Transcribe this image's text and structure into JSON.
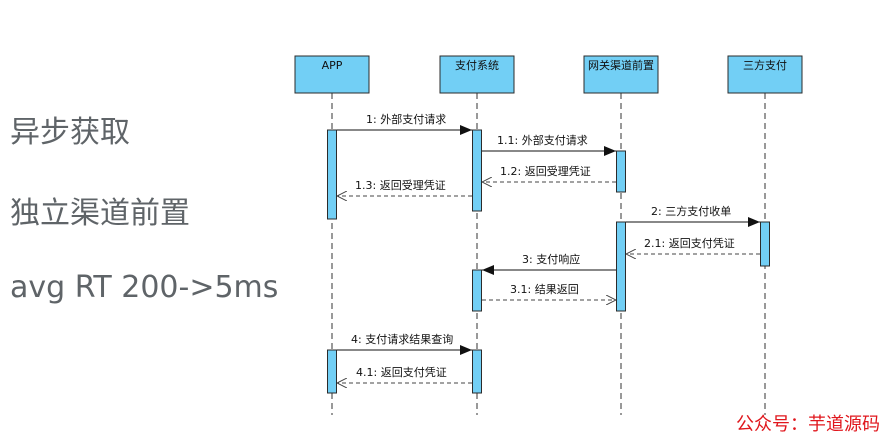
{
  "points": [
    "异步获取",
    "独立渠道前置",
    "avg RT 200->5ms"
  ],
  "diagram": {
    "actors": [
      {
        "id": "app",
        "label": "APP"
      },
      {
        "id": "pay",
        "label": "支付系统"
      },
      {
        "id": "gw",
        "label": "网关渠道前置"
      },
      {
        "id": "third",
        "label": "三方支付"
      }
    ],
    "messages": [
      {
        "label": "1: 外部支付请求",
        "from": "app",
        "to": "pay",
        "kind": "sync"
      },
      {
        "label": "1.1: 外部支付请求",
        "from": "pay",
        "to": "gw",
        "kind": "sync"
      },
      {
        "label": "1.2: 返回受理凭证",
        "from": "gw",
        "to": "pay",
        "kind": "return"
      },
      {
        "label": "1.3: 返回受理凭证",
        "from": "pay",
        "to": "app",
        "kind": "return"
      },
      {
        "label": "2: 三方支付收单",
        "from": "gw",
        "to": "third",
        "kind": "sync"
      },
      {
        "label": "2.1: 返回支付凭证",
        "from": "third",
        "to": "gw",
        "kind": "return"
      },
      {
        "label": "3: 支付响应",
        "from": "gw",
        "to": "pay",
        "kind": "sync"
      },
      {
        "label": "3.1:  结果返回",
        "from": "pay",
        "to": "gw",
        "kind": "return"
      },
      {
        "label": "4: 支付请求结果查询",
        "from": "app",
        "to": "pay",
        "kind": "sync"
      },
      {
        "label": "4.1: 返回支付凭证",
        "from": "pay",
        "to": "app",
        "kind": "return"
      }
    ]
  },
  "watermark": "公众号：芋道源码",
  "colors": {
    "actor_fill": "#72cff5",
    "text_gray": "#5f6468",
    "watermark": "#e0161c"
  }
}
